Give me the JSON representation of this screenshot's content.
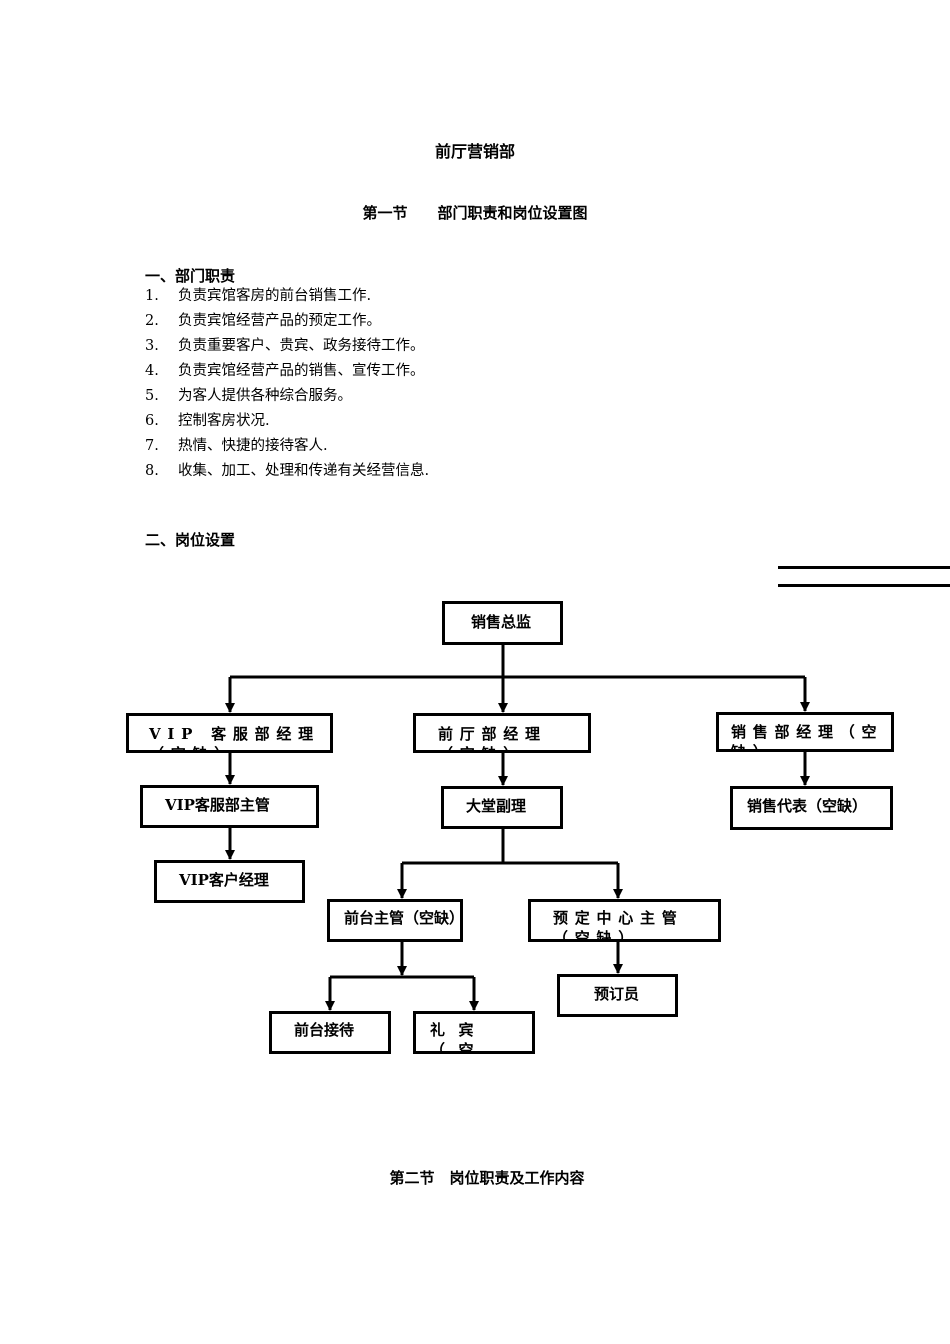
{
  "doc": {
    "title": "前厅营销部",
    "section1_heading": "第一节　　部门职责和岗位设置图",
    "part1_heading": "一、部门职责",
    "duties": [
      {
        "num": "1.",
        "text": "负责宾馆客房的前台销售工作."
      },
      {
        "num": "2.",
        "text": "负责宾馆经营产品的预定工作。"
      },
      {
        "num": "3.",
        "text": "负责重要客户、贵宾、政务接待工作。"
      },
      {
        "num": "4.",
        "text": "负责宾馆经营产品的销售、宣传工作。"
      },
      {
        "num": "5.",
        "text": "为客人提供各种综合服务。"
      },
      {
        "num": "6.",
        "text": "控制客房状况."
      },
      {
        "num": "7.",
        "text": "热情、快捷的接待客人."
      },
      {
        "num": "8.",
        "text": "收集、加工、处理和传递有关经营信息."
      }
    ],
    "part2_heading": "二、岗位设置",
    "section2_heading": "第二节　岗位职责及工作内容"
  },
  "org_chart": {
    "director": "销售总监",
    "vip_manager": "VIP 客服部经理（空缺）",
    "vip_supervisor": "VIP客服部主管",
    "vip_account_manager": "VIP客户经理",
    "front_office_manager": "前厅部经理（空缺）",
    "lobby_assistant_manager": "大堂副理",
    "front_desk_supervisor": "前台主管（空缺）",
    "reservation_supervisor": "预定中心主管（空缺）",
    "reception": "前台接待",
    "concierge": "礼宾（空缺）",
    "reservation_clerk": "预订员",
    "sales_manager": "销售部经理（空缺）",
    "sales_rep": "销售代表（空缺）"
  }
}
